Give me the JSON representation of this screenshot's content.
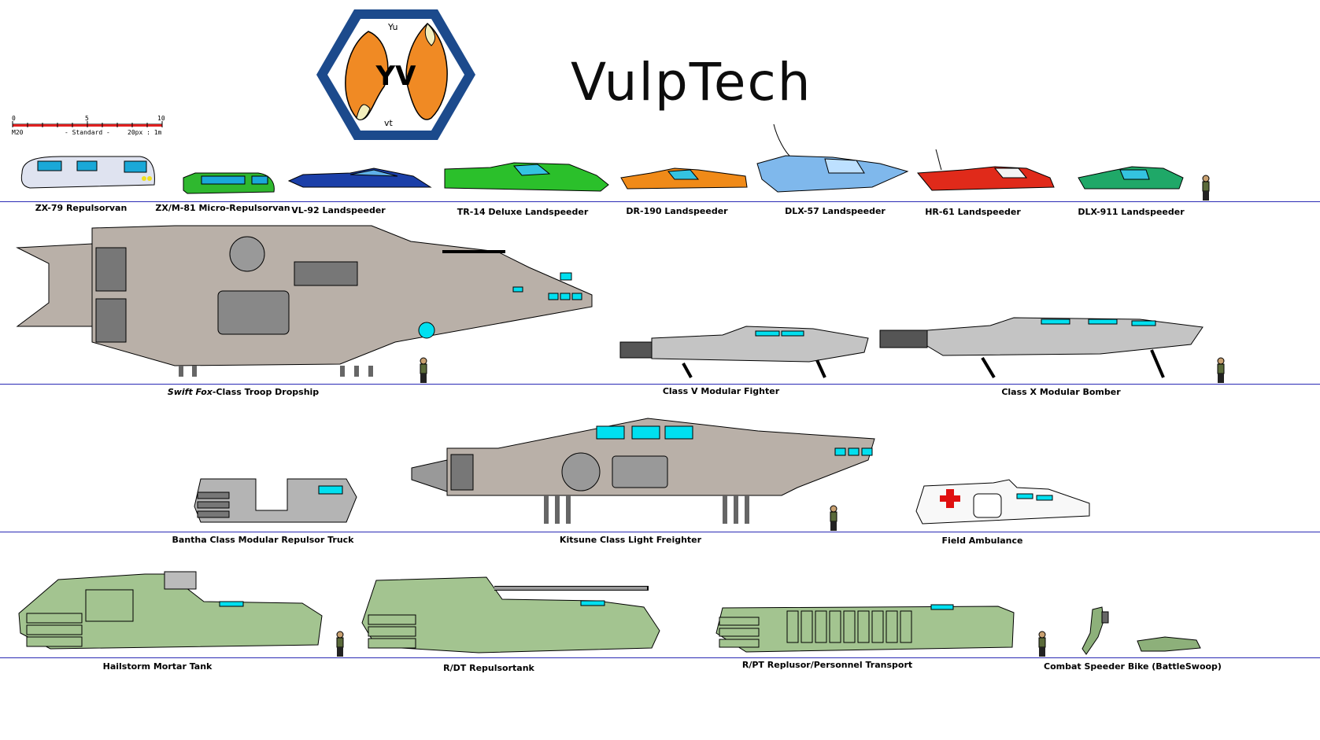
{
  "brand": {
    "name": "VulpTech",
    "logo_text": "VT"
  },
  "scale_bar": {
    "tick_labels": [
      "0",
      "5",
      "10"
    ],
    "left_label": "M20",
    "middle_label": "- Standard -",
    "right_label": "20px : 1m"
  },
  "rows": [
    {
      "vehicles": [
        {
          "label": "ZX-79 Repulsorvan"
        },
        {
          "label": "ZX/M-81 Micro-Repulsorvan"
        },
        {
          "label": "VL-92 Landspeeder"
        },
        {
          "label": "TR-14 Deluxe Landspeeder"
        },
        {
          "label": "DR-190 Landspeeder"
        },
        {
          "label": "DLX-57 Landspeeder"
        },
        {
          "label": "HR-61 Landspeeder"
        },
        {
          "label": "DLX-911 Landspeeder"
        }
      ]
    },
    {
      "vehicles": [
        {
          "label_italic": "Swift Fox",
          "label": "-Class Troop Dropship"
        },
        {
          "label": "Class V Modular Fighter"
        },
        {
          "label": "Class X Modular Bomber"
        }
      ]
    },
    {
      "vehicles": [
        {
          "label": "Bantha Class Modular Repulsor Truck"
        },
        {
          "label": "Kitsune Class Light Freighter"
        },
        {
          "label": "Field Ambulance"
        }
      ]
    },
    {
      "vehicles": [
        {
          "label": "Hailstorm Mortar Tank"
        },
        {
          "label": "R/DT Repulsortank"
        },
        {
          "label": "R/PT Replusor/Personnel Transport"
        },
        {
          "label": "Combat Speeder Bike (BattleSwoop)"
        }
      ]
    }
  ],
  "colors": {
    "ground_line": "#2a2ab5",
    "hull_gray": "#b9b0a8",
    "hull_green": "#a3c490",
    "window_cyan": "#00e0f0"
  }
}
